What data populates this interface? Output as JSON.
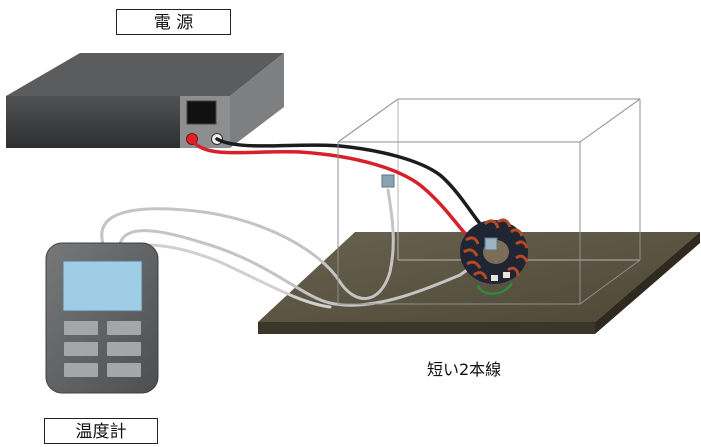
{
  "labels": {
    "power_supply": "電 源",
    "thermometer": "温度計",
    "wire_caption": "短い2本線"
  },
  "colors": {
    "wire_red": "#d6202a",
    "wire_black": "#1c1c1c",
    "probe_cable": "#c8c8c8",
    "board": "#5e5542",
    "device_body": "#5f6061",
    "screen": "#9fcde6",
    "enclosure_lines": "#b0b0b0"
  }
}
